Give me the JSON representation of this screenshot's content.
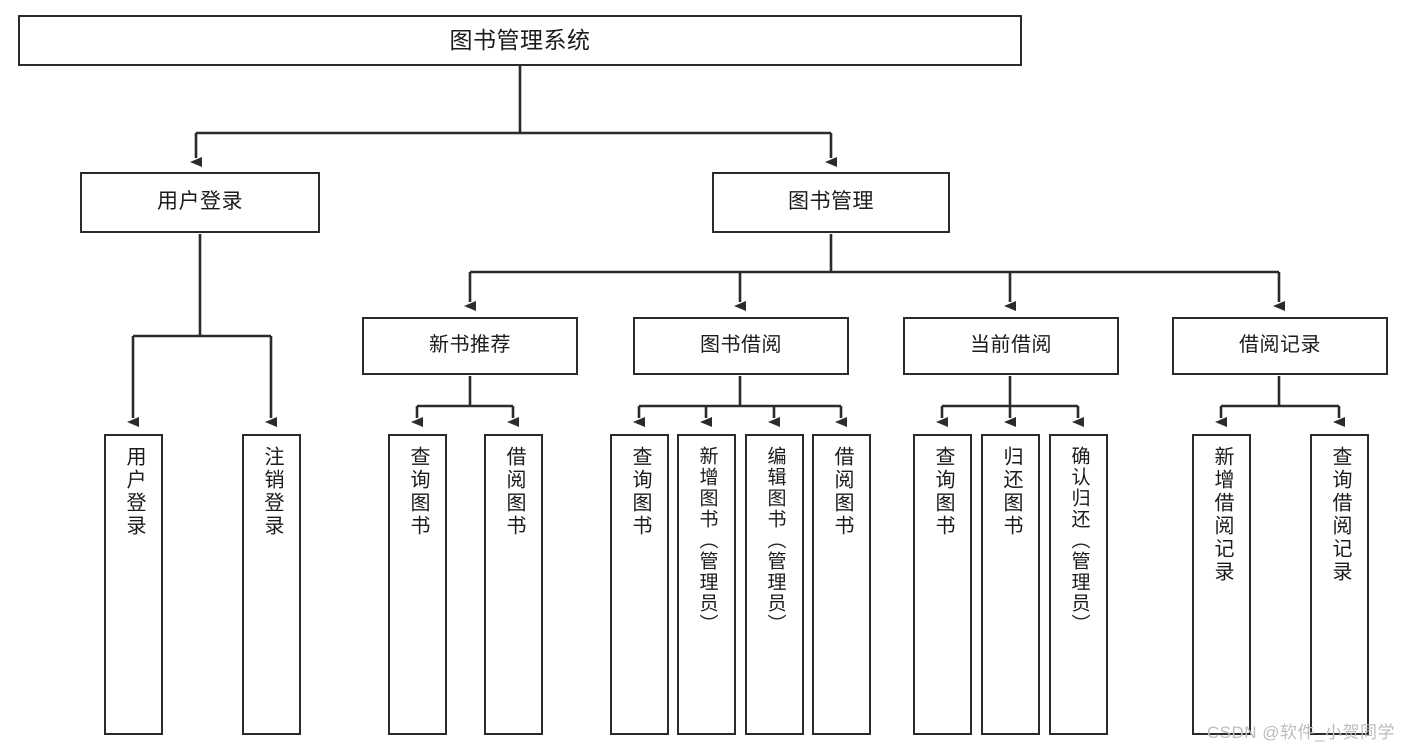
{
  "diagram": {
    "type": "tree",
    "title": "图书管理系统",
    "root": {
      "id": "root",
      "label": "图书管理系统"
    },
    "level2": [
      {
        "id": "user-login",
        "label": "用户登录"
      },
      {
        "id": "book-management",
        "label": "图书管理"
      }
    ],
    "level3": [
      {
        "id": "new-book-recommend",
        "label": "新书推荐",
        "parent": "book-management"
      },
      {
        "id": "book-borrow",
        "label": "图书借阅",
        "parent": "book-management"
      },
      {
        "id": "current-borrow",
        "label": "当前借阅",
        "parent": "book-management"
      },
      {
        "id": "borrow-record",
        "label": "借阅记录",
        "parent": "book-management"
      }
    ],
    "leaves": {
      "user-login": [
        {
          "id": "leaf-user-login",
          "label": "用户登录"
        },
        {
          "id": "leaf-user-logout",
          "label": "注销登录"
        }
      ],
      "new-book-recommend": [
        {
          "id": "leaf-query-book-1",
          "label": "查询图书"
        },
        {
          "id": "leaf-borrow-book-1",
          "label": "借阅图书"
        }
      ],
      "book-borrow": [
        {
          "id": "leaf-query-book-2",
          "label": "查询图书"
        },
        {
          "id": "leaf-add-book",
          "label": "新增图书（管理员）"
        },
        {
          "id": "leaf-edit-book",
          "label": "编辑图书（管理员）"
        },
        {
          "id": "leaf-borrow-book-2",
          "label": "借阅图书"
        }
      ],
      "current-borrow": [
        {
          "id": "leaf-query-book-3",
          "label": "查询图书"
        },
        {
          "id": "leaf-return-book",
          "label": "归还图书"
        },
        {
          "id": "leaf-confirm-return",
          "label": "确认归还（管理员）"
        }
      ],
      "borrow-record": [
        {
          "id": "leaf-add-record",
          "label": "新增借阅记录"
        },
        {
          "id": "leaf-query-record",
          "label": "查询借阅记录"
        }
      ]
    },
    "colors": {
      "stroke": "#2b2b2b",
      "fill": "#ffffff",
      "text": "#1b1b1b",
      "watermark": "#bdbdbd"
    }
  },
  "watermark": {
    "text": "CSDN @软件_小贺同学"
  }
}
